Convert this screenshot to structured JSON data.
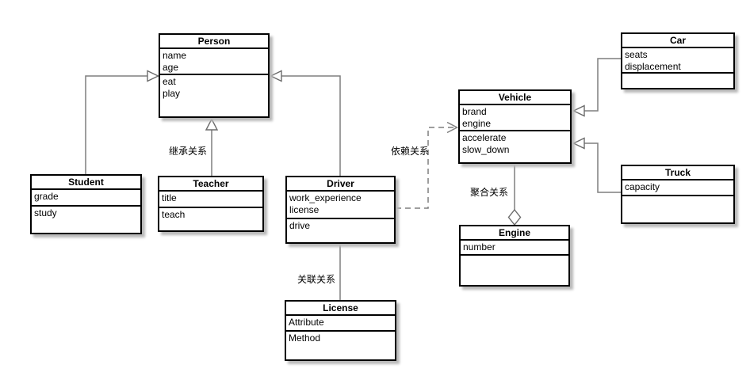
{
  "classes": [
    {
      "name": "Person",
      "attributes": [
        "name",
        "age"
      ],
      "methods": [
        "eat",
        "play"
      ]
    },
    {
      "name": "Student",
      "attributes": [
        "grade"
      ],
      "methods": [
        "study"
      ]
    },
    {
      "name": "Teacher",
      "attributes": [
        "title"
      ],
      "methods": [
        "teach"
      ]
    },
    {
      "name": "Driver",
      "attributes": [
        "work_experience",
        "license"
      ],
      "methods": [
        "drive"
      ]
    },
    {
      "name": "License",
      "attributes": [
        "Attribute"
      ],
      "methods": [
        "Method"
      ]
    },
    {
      "name": "Vehicle",
      "attributes": [
        "brand",
        "engine"
      ],
      "methods": [
        "accelerate",
        "slow_down"
      ]
    },
    {
      "name": "Engine",
      "attributes": [
        "number"
      ],
      "methods": []
    },
    {
      "name": "Car",
      "attributes": [
        "seats",
        "displacement"
      ],
      "methods": []
    },
    {
      "name": "Truck",
      "attributes": [
        "capacity"
      ],
      "methods": []
    }
  ],
  "relationship_labels": {
    "inheritance": "继承关系",
    "dependency": "依赖关系",
    "association": "关联关系",
    "aggregation": "聚合关系"
  },
  "edges": [
    {
      "from": "Student",
      "to": "Person",
      "type": "inheritance"
    },
    {
      "from": "Teacher",
      "to": "Person",
      "type": "inheritance"
    },
    {
      "from": "Driver",
      "to": "Person",
      "type": "inheritance"
    },
    {
      "from": "Driver",
      "to": "License",
      "type": "association"
    },
    {
      "from": "Driver",
      "to": "Vehicle",
      "type": "dependency"
    },
    {
      "from": "Engine",
      "to": "Vehicle",
      "type": "aggregation"
    },
    {
      "from": "Car",
      "to": "Vehicle",
      "type": "inheritance"
    },
    {
      "from": "Truck",
      "to": "Vehicle",
      "type": "inheritance"
    }
  ],
  "colors": {
    "line": "#7f7f7f",
    "border": "#000000",
    "background": "#ffffff",
    "shadow": "#b9b9b9",
    "text": "#000000"
  }
}
